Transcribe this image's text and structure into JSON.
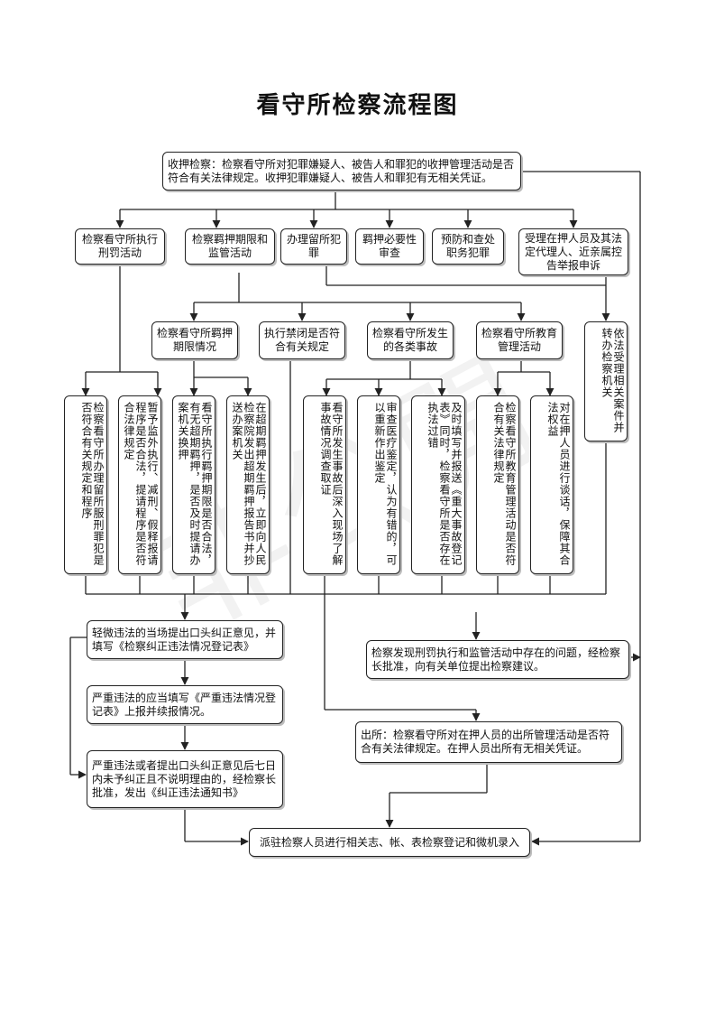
{
  "title": "看守所检察流程图",
  "watermark": "非公開",
  "nodes": {
    "intake": "收押检察：检察看守所对犯罪嫌疑人、被告人和罪犯的收押管理活动是否符合有关法律规定。收押犯罪嫌疑人、被告人和罪犯有无相关凭证。",
    "row1": [
      "检察看守所执行刑罚活动",
      "检察羁押期限和监管活动",
      "办理留所犯罪",
      "羁押必要性审查",
      "预防和查处职务犯罪",
      "受理在押人员及其法定代理人、近亲属控告举报申诉"
    ],
    "row2": [
      "检察看守所羁押期限情况",
      "执行禁闭是否符合有关规定",
      "检察看守所发生的各类事故",
      "检察看守所教育管理活动"
    ],
    "side_right": "依法受理相关案件并转办检察机关",
    "vcols": [
      "检察看守所办理留所服刑罪犯是否符合有关规定和程序",
      "暂予监外执行、减刑、假释报请程序是否合法，提请程序是否符合法律规定",
      "看守所执行羁押期限是否合法，有无超期羁押，是否及时提请办案机关换押",
      "在超期羁押发生后，立即向人民检察院发出超期羁押报告书并抄送办案机关",
      "看守所发生事故后深入现场了解事故情况调查取证",
      "审查医疗鉴定，认为有错的，可以重新作出鉴定",
      "及时填写并报送《重大事故登记表》同时，检察看守所是否存在执法过错",
      "检察看守所教育管理活动是否符合有关法律规定",
      "对在押人员进行谈话，保障其合法权益"
    ],
    "light": "轻微违法的当场提出口头纠正意见，并填写《检察纠正违法情况登记表》",
    "serious": "严重违法的应当填写《严重违法情况登记表》上报并续报情况。",
    "notice": "严重违法或者提出口头纠正意见后七日内未予纠正且不说明理由的，经检察长批准，发出《纠正违法通知书》",
    "suggest": "检察发现刑罚执行和监管活动中存在的问题，经检察长批准，向有关单位提出检察建议。",
    "release": "出所：检察看守所对在押人员的出所管理活动是否符合有关法律规定。在押人员出所有无相关凭证。",
    "final": "派驻检察人员进行相关志、帐、表检察登记和微机录入"
  }
}
